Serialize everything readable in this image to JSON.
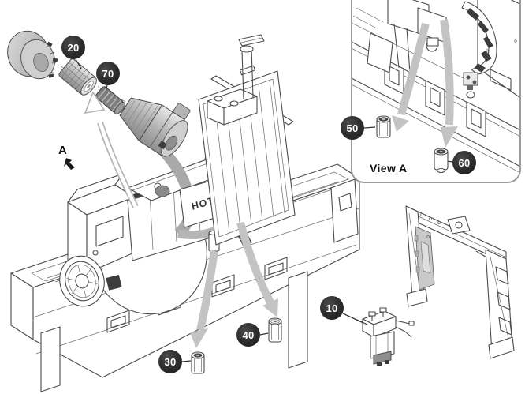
{
  "labels": {
    "view_marker": "A",
    "view_title": "View A",
    "hot_warning": "HOT"
  },
  "callouts": [
    {
      "number": "10"
    },
    {
      "number": "20"
    },
    {
      "number": "30"
    },
    {
      "number": "40"
    },
    {
      "number": "50"
    },
    {
      "number": "60"
    },
    {
      "number": "70"
    }
  ],
  "icons": {
    "view_direction_arrow": "arrow-southeast",
    "flow_arrow": "curved-gray-arrow",
    "filter_small": "spin-on-filter-cylinder"
  },
  "colors": {
    "callout_bg": "#2b2b2b",
    "callout_text": "#ffffff",
    "arrow_gray": "#c3c3c3",
    "line_art": "#4a4a4a",
    "panel_border": "#9b9b9b",
    "shaded_part": "#9e9e9e",
    "door_panel_shade": "#c9c9c9"
  }
}
